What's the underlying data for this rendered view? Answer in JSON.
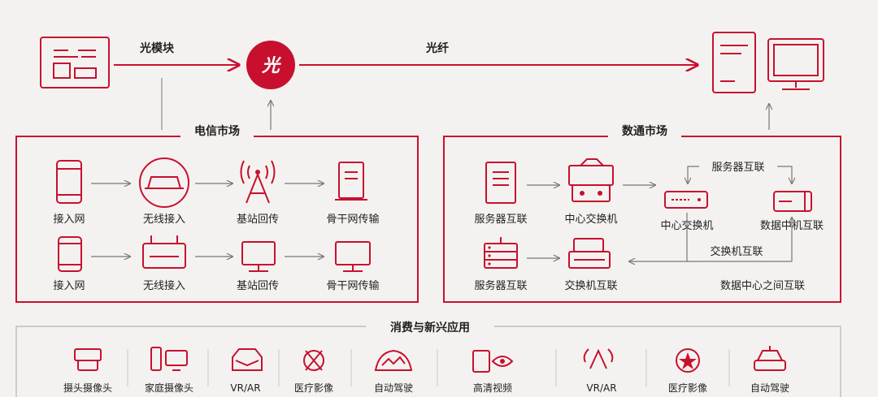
{
  "top": {
    "link1": "光模块",
    "badge": "光",
    "link2": "光纤"
  },
  "telecom": {
    "title": "电信市场",
    "row1": [
      "接入网",
      "无线接入",
      "基站回传",
      "骨干网传输"
    ],
    "row2": [
      "接入网",
      "无线接入",
      "基站回传",
      "骨干网传输"
    ]
  },
  "datacom": {
    "title": "数通市场",
    "row1": [
      "服务器互联",
      "中心交换机"
    ],
    "center_switch": "中心交换机",
    "dc_interconnect": "数据中机互联",
    "server_interconnect_arrow": "服务器互联",
    "row2": [
      "服务器互联",
      "交换机互联"
    ],
    "switch_interconnect_arrow": "交换机互联",
    "between_dc": "数据中心之间互联"
  },
  "consumer": {
    "title": "消费与新兴应用",
    "items": [
      "摄头摄像头",
      "家庭摄像头",
      "VR/AR",
      "医疗影像",
      "自动驾驶",
      "高清视频",
      "VR/AR",
      "医疗影像",
      "自动驾驶"
    ]
  },
  "colors": {
    "accent": "#c8102e",
    "background": "#f4f2f0"
  }
}
